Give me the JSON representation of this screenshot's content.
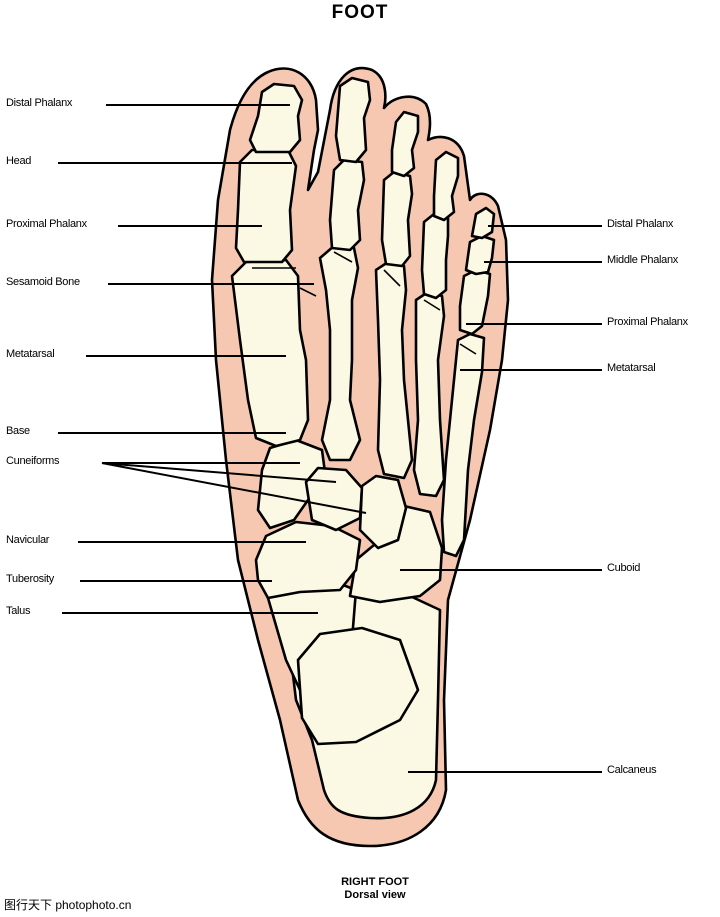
{
  "title": "FOOT",
  "caption": {
    "line1": "RIGHT FOOT",
    "line2": "Dorsal view"
  },
  "watermark": "图行天下 photophoto.cn",
  "colors": {
    "flesh": "#f6c8b2",
    "bone": "#fbf8e4",
    "outline": "#000000"
  },
  "labels_left": [
    {
      "key": "distal-phalanx",
      "text": "Distal Phalanx"
    },
    {
      "key": "head",
      "text": "Head"
    },
    {
      "key": "proximal-phalanx",
      "text": "Proximal Phalanx"
    },
    {
      "key": "sesamoid-bone",
      "text": "Sesamoid Bone"
    },
    {
      "key": "metatarsal",
      "text": "Metatarsal"
    },
    {
      "key": "base",
      "text": "Base"
    },
    {
      "key": "cuneiforms",
      "text": "Cuneiforms"
    },
    {
      "key": "navicular",
      "text": "Navicular"
    },
    {
      "key": "tuberosity",
      "text": "Tuberosity"
    },
    {
      "key": "talus",
      "text": "Talus"
    }
  ],
  "labels_right": [
    {
      "key": "distal-phalanx",
      "text": "Distal Phalanx"
    },
    {
      "key": "middle-phalanx",
      "text": "Middle Phalanx"
    },
    {
      "key": "proximal-phalanx",
      "text": "Proximal Phalanx"
    },
    {
      "key": "metatarsal",
      "text": "Metatarsal"
    },
    {
      "key": "cuboid",
      "text": "Cuboid"
    },
    {
      "key": "calcaneus",
      "text": "Calcaneus"
    }
  ]
}
